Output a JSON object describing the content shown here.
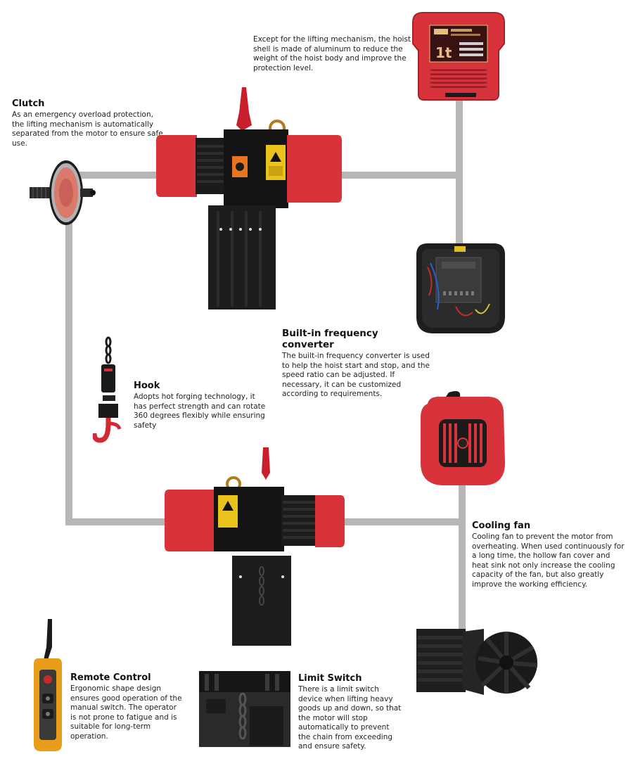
{
  "shell": {
    "text": "Except for the lifting mechanism, the hoist shell is made of aluminum to reduce the weight of the hoist body and improve the protection level.",
    "plate_label": "1t"
  },
  "clutch": {
    "title": "Clutch",
    "text": "As an emergency overload protection, the lifting mechanism is automatically separated from the motor to ensure safe use."
  },
  "converter": {
    "title": "Built-in frequency converter",
    "text": "The built-in frequency converter is used to help the hoist start and stop, and the speed ratio can be adjusted. If necessary, it can be customized according to requirements."
  },
  "hook": {
    "title": "Hook",
    "text": "Adopts hot forging technology, it has perfect strength and can rotate 360 degrees flexibly while ensuring safety"
  },
  "fan": {
    "title": "Cooling fan",
    "text": "Cooling fan to prevent the motor from overheating. When used continuously for a long time, the hollow fan cover and heat sink not only increase the cooling capacity of the fan, but also greatly improve the working efficiency."
  },
  "remote": {
    "title": "Remote Control",
    "text": "Ergonomic shape design ensures good operation of the manual switch. The operator is not prone to fatigue and is suitable for long-term operation."
  },
  "limit": {
    "title": "Limit Switch",
    "text": "There is a limit switch device when lifting heavy goods up and down, so that the motor will stop automatically to prevent the chain from exceeding and ensure safety."
  },
  "colors": {
    "hoist_red": "#d8323a",
    "motor_black": "#1b1b1b",
    "connector_gray": "#b7b7b7"
  }
}
